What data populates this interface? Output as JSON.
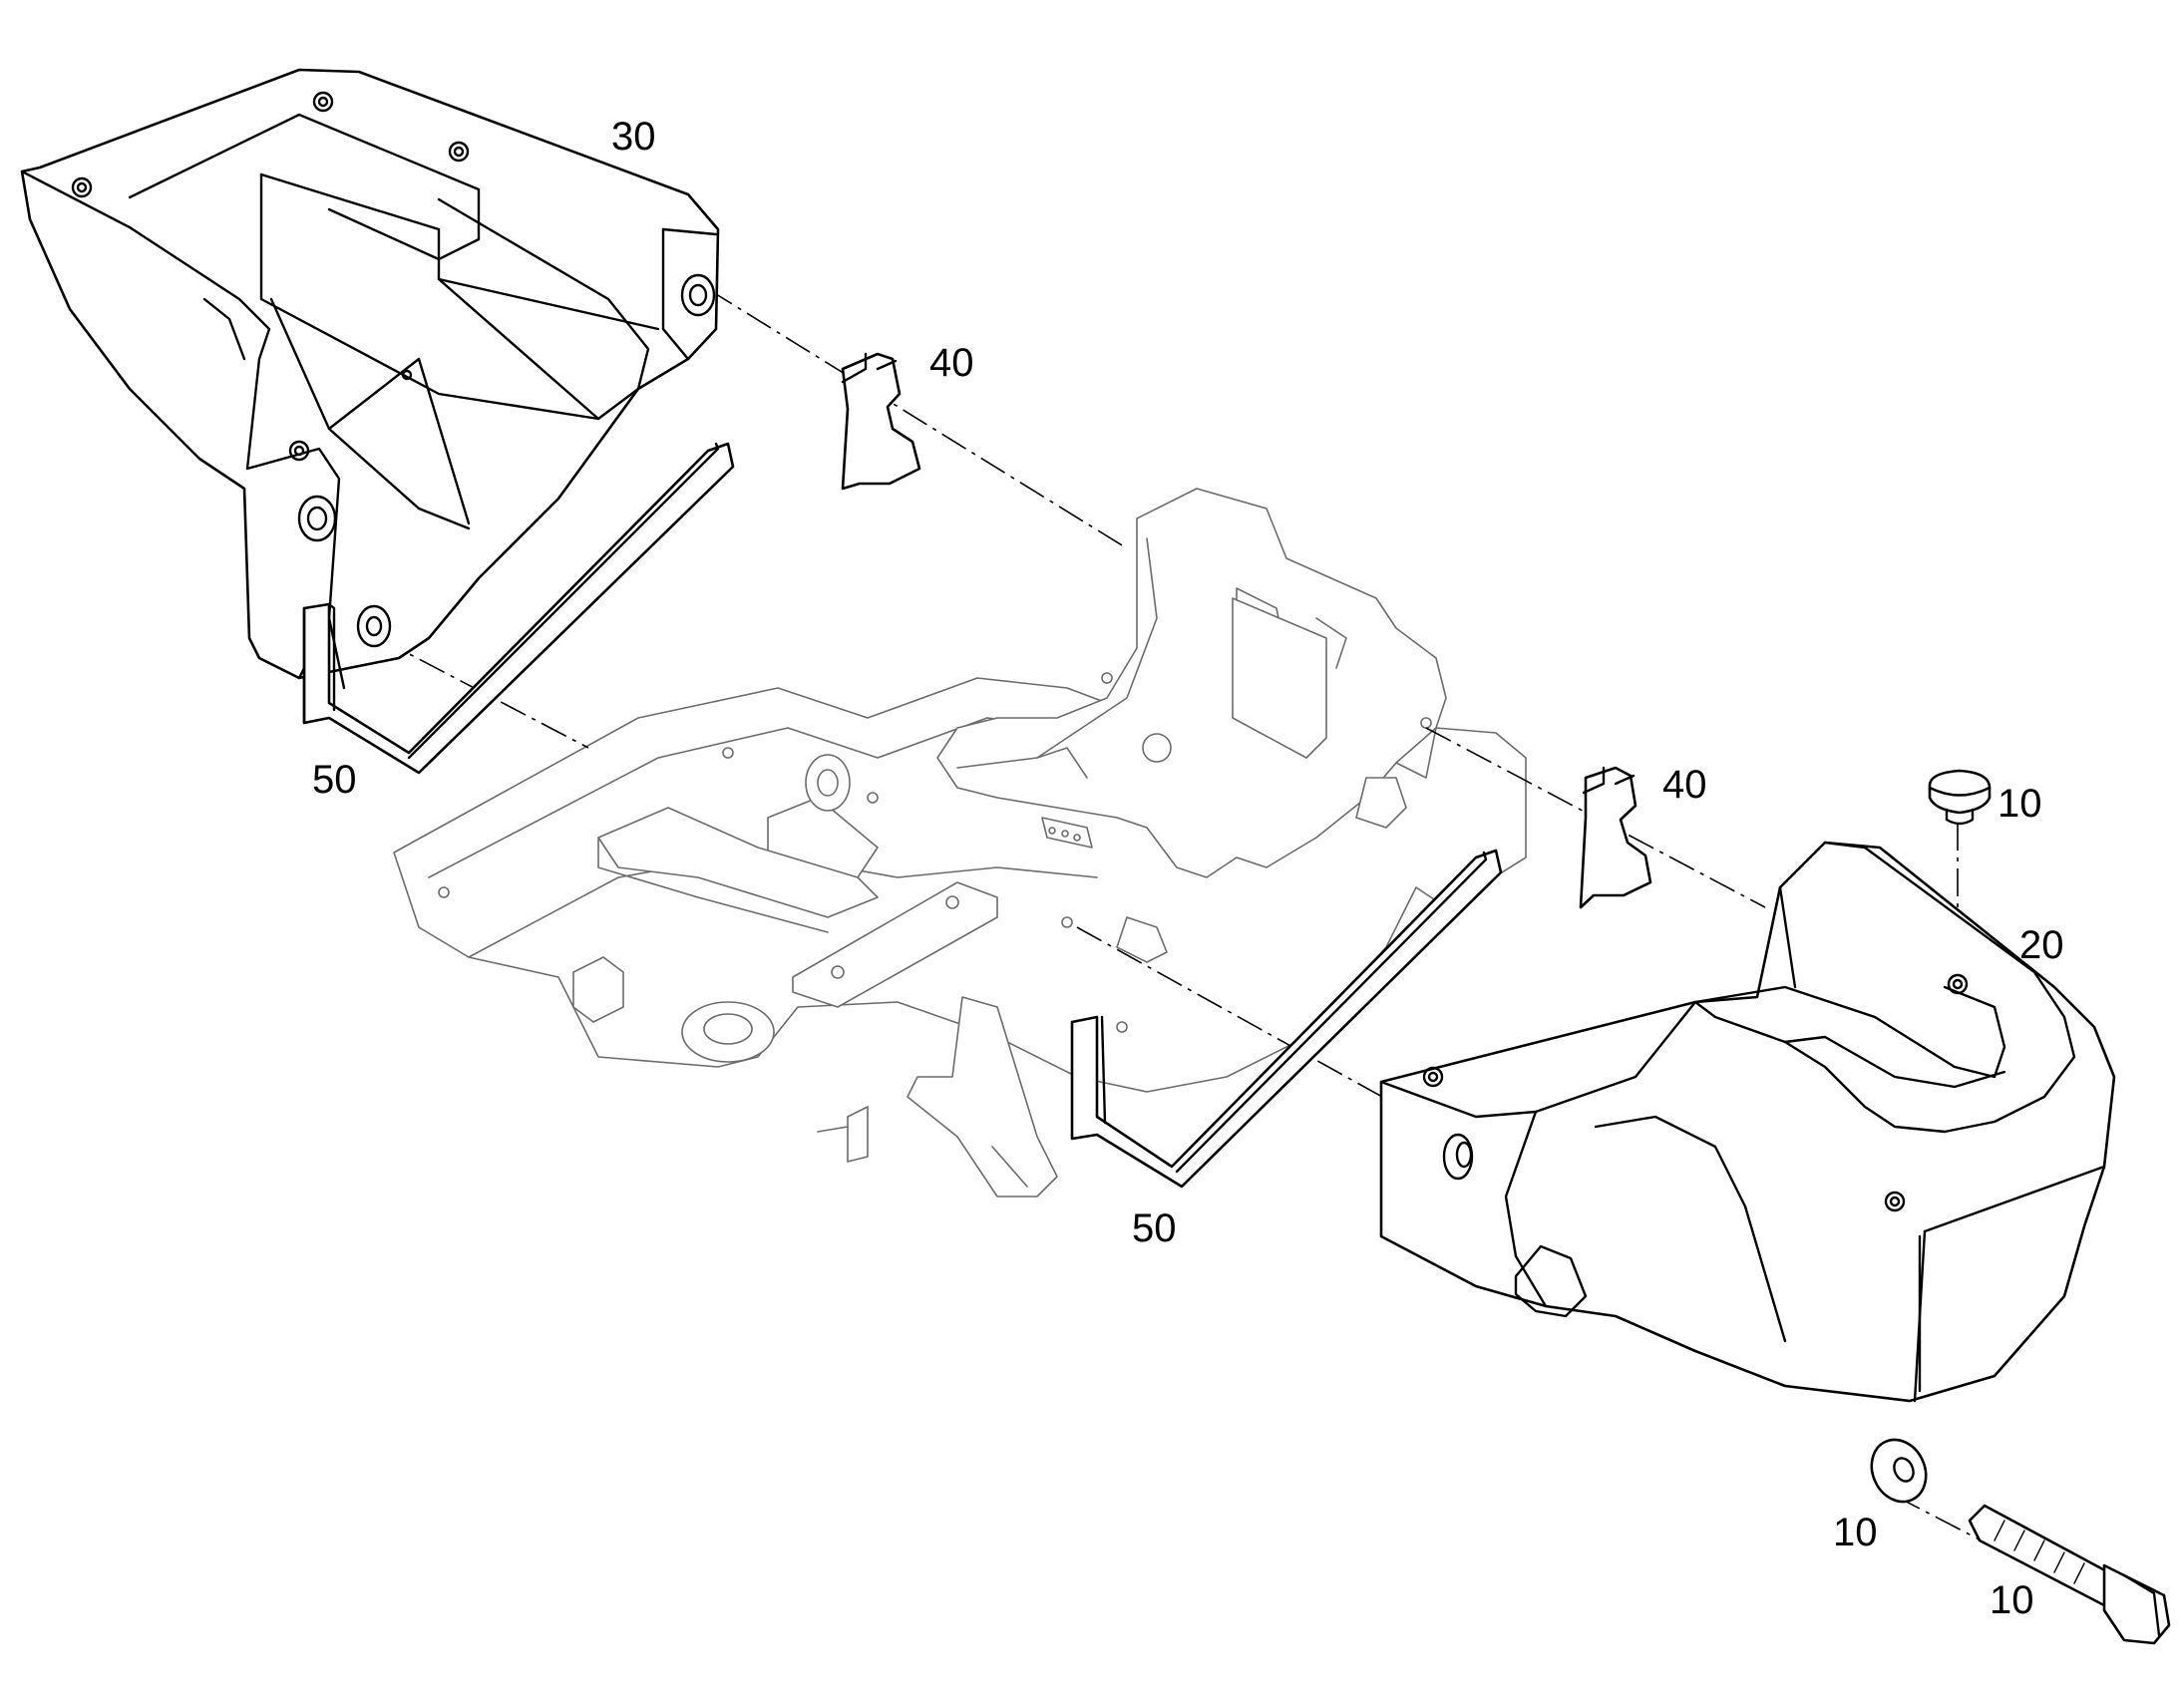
{
  "diagram": {
    "callouts": {
      "counterweight_left": "30",
      "counterweight_right": "20",
      "bracket_upper": "40",
      "bracket_lower": "40",
      "spacer_left": "50",
      "spacer_right": "50",
      "cap_plug": "10",
      "washer": "10",
      "bolt": "10"
    }
  }
}
